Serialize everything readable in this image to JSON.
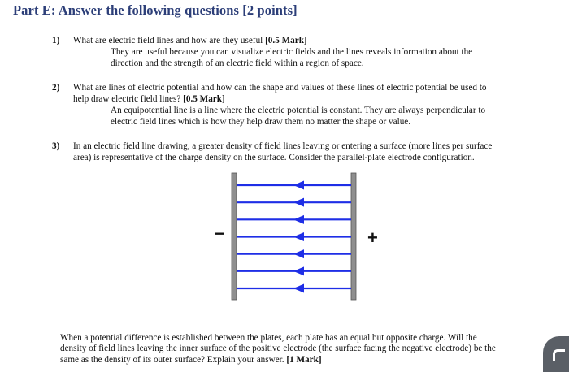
{
  "title": "Part E: Answer the following questions [2 points]",
  "questions": [
    {
      "number": "1)",
      "question_lines": [
        "What are electric field lines and how are they useful "
      ],
      "mark": "[0.5 Mark]",
      "answer_lines": [
        "They are useful because you can visualize electric fields and the lines reveals information about the",
        "direction and the strength of an electric field within a region of space."
      ]
    },
    {
      "number": "2)",
      "question_lines": [
        "What are lines of electric potential and how can the shape and values of these lines of electric potential be used to",
        "help draw electric field lines? "
      ],
      "mark": "[0.5 Mark]",
      "answer_lines": [
        "An equipotential line is a line where the electric potential is constant. They are always perpendicular to",
        "electric field lines which is how they help draw them no matter the shape or value."
      ]
    },
    {
      "number": "3)",
      "question_lines": [
        "In an electric field line drawing, a greater density of field lines leaving or entering a surface (more lines per surface",
        "area) is representative of the charge density on the surface. Consider the parallel-plate electrode configuration."
      ]
    }
  ],
  "diagram": {
    "negative_label": "−",
    "positive_label": "+",
    "field_line_count": 7,
    "plate_color": "#8f8f8f",
    "line_color": "#1e2ee6"
  },
  "final": {
    "lines": [
      "When a potential difference is established between the plates, each plate has an equal but opposite charge. Will the",
      "density of field lines leaving the inner surface of the positive electrode (the surface facing the negative electrode) be the",
      "same as the density of its outer surface? Explain your answer. "
    ],
    "mark": "[1 Mark]"
  }
}
